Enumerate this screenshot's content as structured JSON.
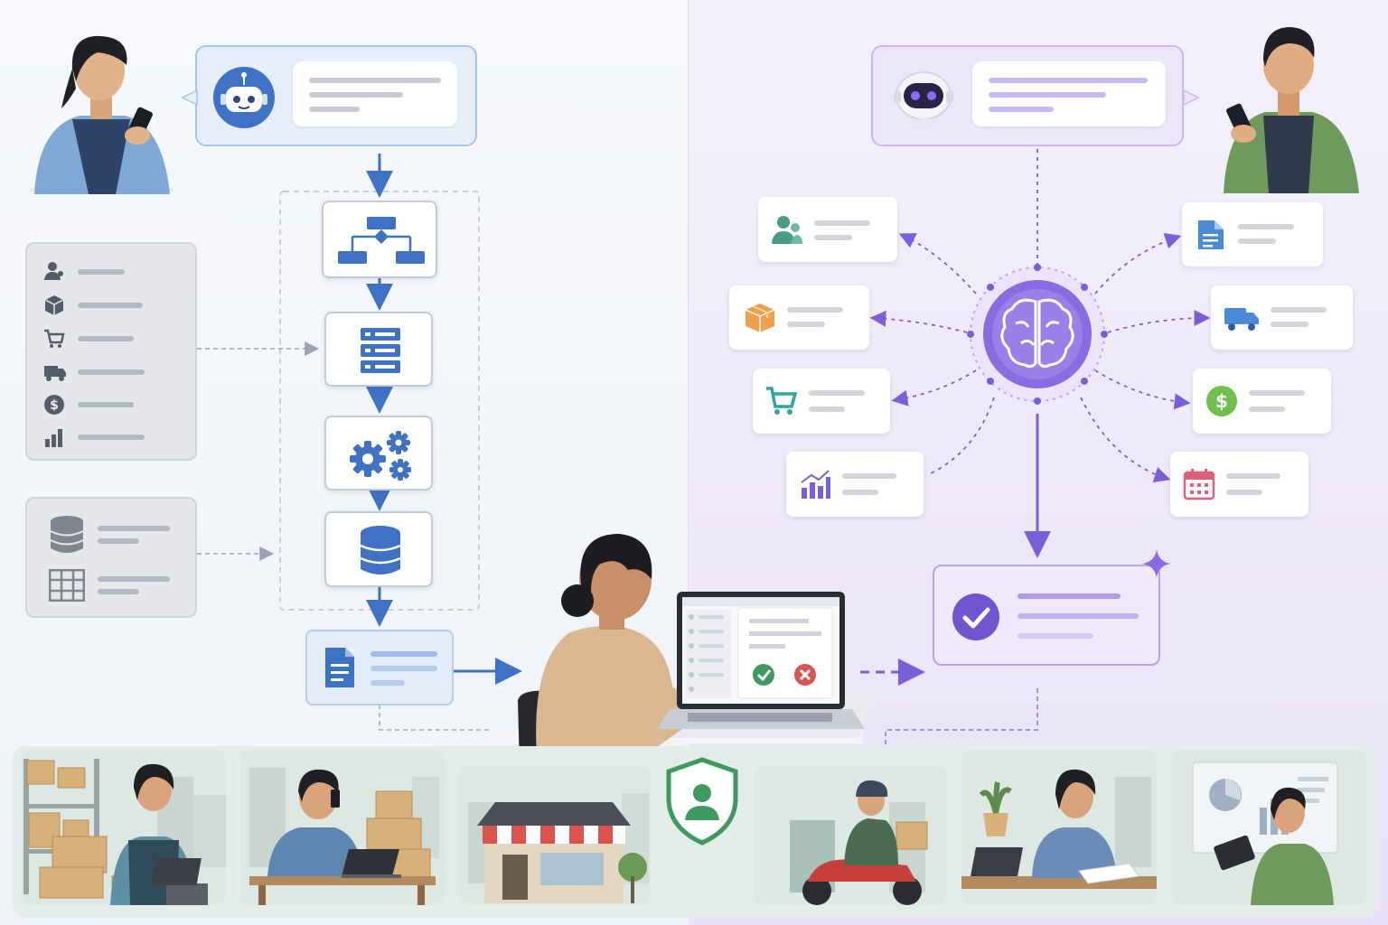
{
  "left_flow": {
    "accent": "#3f72c4",
    "steps": [
      "chatbot",
      "workflow",
      "records",
      "processing",
      "database",
      "document"
    ]
  },
  "right_flow": {
    "accent": "#7b5fd6",
    "hub": "ai-brain",
    "spokes": [
      "customers",
      "inventory",
      "orders",
      "analytics",
      "documents",
      "shipping",
      "payments",
      "calendar"
    ],
    "result": "approved"
  },
  "review": {
    "approve_icon": "check-icon",
    "reject_icon": "x-icon"
  },
  "footer_scenes": [
    "warehouse-worker",
    "phone-sales",
    "storefront",
    "security-shield",
    "delivery-rider",
    "office-worker",
    "tablet-analyst"
  ],
  "colors": {
    "blue": "#3f72c4",
    "purple": "#7b5fd6",
    "green": "#3c9a5f",
    "red": "#d9534f",
    "orange": "#f0a04b"
  }
}
